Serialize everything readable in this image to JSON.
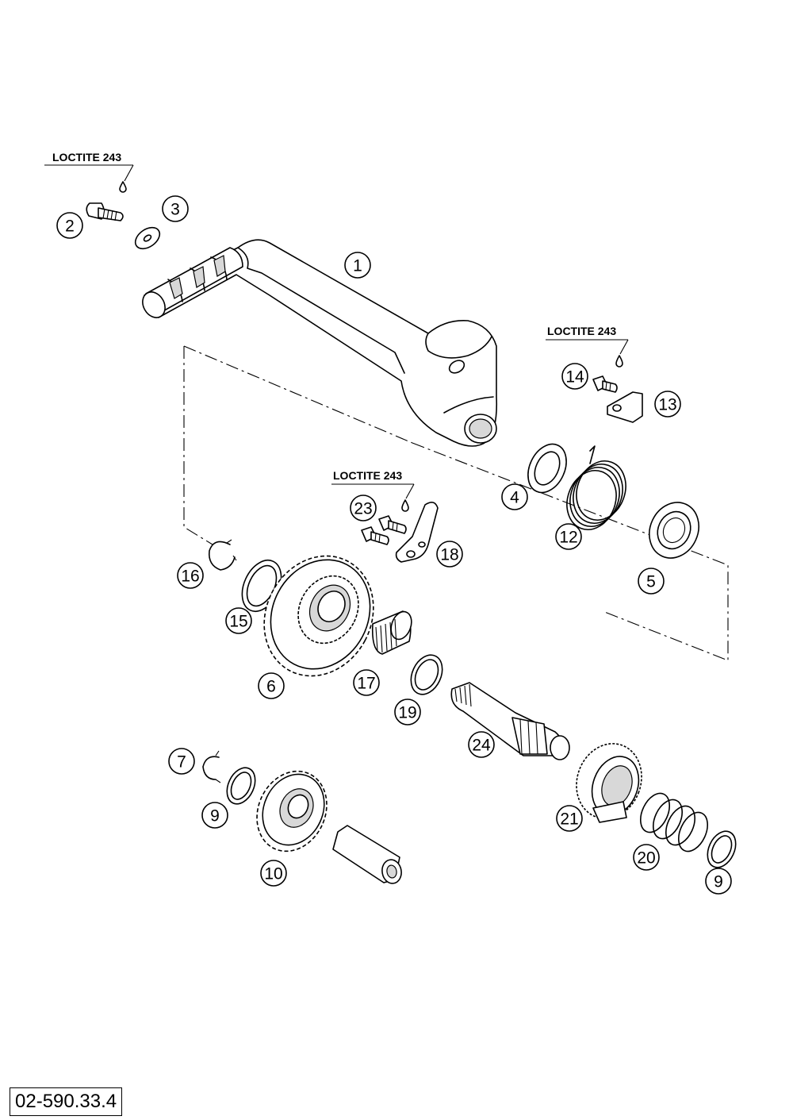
{
  "notes": {
    "loctite_a": "LOCTITE 243",
    "loctite_b": "LOCTITE 243",
    "loctite_c": "LOCTITE 243"
  },
  "callouts": {
    "p1": "1",
    "p2": "2",
    "p3": "3",
    "p4": "4",
    "p5": "5",
    "p6": "6",
    "p7": "7",
    "p9a": "9",
    "p9b": "9",
    "p10": "10",
    "p12": "12",
    "p13": "13",
    "p14": "14",
    "p15": "15",
    "p16": "16",
    "p17": "17",
    "p18": "18",
    "p19": "19",
    "p20": "20",
    "p21": "21",
    "p23": "23",
    "p24": "24"
  },
  "drawing_number": "02-590.33.4"
}
